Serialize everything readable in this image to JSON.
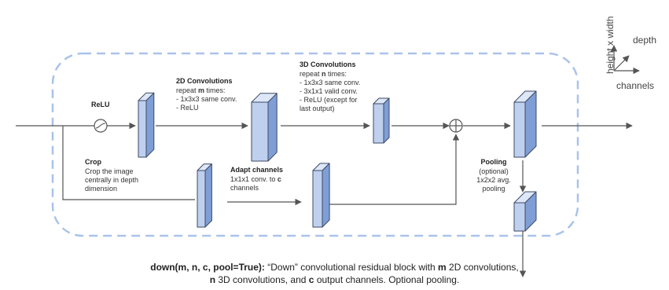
{
  "colors": {
    "block_front": "#bfd0ee",
    "block_side": "#7f9ed6",
    "block_top": "#dde7f7",
    "block_stroke": "#3d4a66",
    "arrow": "#555555",
    "dashed_border": "#a9c3ea"
  },
  "relu": {
    "title": "ReLU"
  },
  "conv2d": {
    "title": "2D Convolutions",
    "repeat_prefix": "repeat ",
    "repeat_var": "m",
    "repeat_suffix": " times:",
    "items": [
      "- 1x3x3 same conv.",
      "- ReLU"
    ]
  },
  "conv3d": {
    "title": "3D Convolutions",
    "repeat_prefix": "repeat ",
    "repeat_var": "n",
    "repeat_suffix": " times:",
    "items": [
      "- 1x3x3 same conv.",
      "- 3x1x1 valid conv.",
      "- ReLU (except for",
      "last output)"
    ]
  },
  "crop": {
    "title": "Crop",
    "lines": [
      "Crop the image",
      "centrally in depth",
      "dimension"
    ]
  },
  "adapt": {
    "title": "Adapt channels",
    "line1_prefix": "1x1x1 conv. to ",
    "line1_var": "c",
    "line2": "channels"
  },
  "pooling": {
    "title": "Pooling",
    "lines": [
      "(optional)",
      "1x2x2 avg.",
      "pooling"
    ]
  },
  "axes": {
    "vertical": "height x width",
    "depth": "depth",
    "channels": "channels"
  },
  "caption": {
    "signature": "down(m, n, c, pool=True):",
    "line1_text": " “Down” convolutional residual block with ",
    "line1_var": "m",
    "line1_end": " 2D convolutions,",
    "line2_var1": "n",
    "line2_text1": " 3D convolutions, and ",
    "line2_var2": "c",
    "line2_end": " output channels. Optional pooling."
  }
}
